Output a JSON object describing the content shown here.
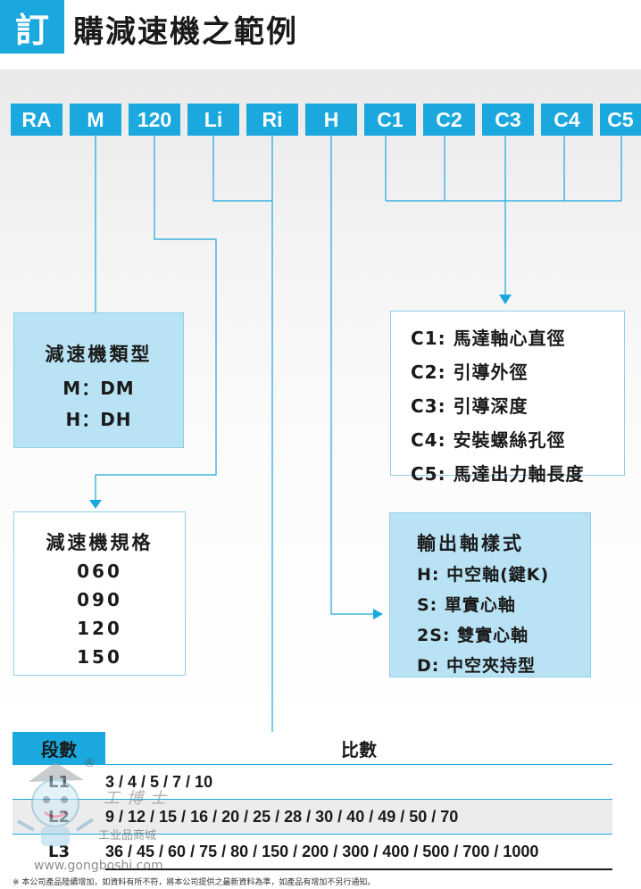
{
  "header": {
    "badge": "訂",
    "title": "購減速機之範例"
  },
  "codes": [
    "RA",
    "M",
    "120",
    "Li",
    "Ri",
    "H",
    "C1",
    "C2",
    "C3",
    "C4",
    "C5"
  ],
  "reducer_type": {
    "title": "減速機類型",
    "lines": [
      "M：DM",
      "H：DH"
    ]
  },
  "reducer_size": {
    "title": "減速機規格",
    "values": [
      "060",
      "090",
      "120",
      "150"
    ]
  },
  "c_params": {
    "items": [
      {
        "code": "C1:",
        "text": "馬達軸心直徑"
      },
      {
        "code": "C2:",
        "text": "引導外徑"
      },
      {
        "code": "C3:",
        "text": "引導深度"
      },
      {
        "code": "C4:",
        "text": "安裝螺絲孔徑"
      },
      {
        "code": "C5:",
        "text": "馬達出力軸長度"
      }
    ]
  },
  "output_shaft": {
    "title": "輸出軸樣式",
    "items": [
      {
        "code": "H:",
        "text": "中空軸(鍵K)"
      },
      {
        "code": "S:",
        "text": "單實心軸"
      },
      {
        "code": "2S:",
        "text": "雙實心軸"
      },
      {
        "code": "D:",
        "text": "中空夾持型"
      }
    ]
  },
  "ratio_table": {
    "header_left": "段數",
    "header_right": "比數",
    "rows": [
      {
        "stage": "L1",
        "values": "3 / 4 / 5 / 7 / 10"
      },
      {
        "stage": "L2",
        "values": "9 / 12 / 15 / 16 / 20 / 25 / 28 / 30 / 40 / 49 / 50 / 70"
      },
      {
        "stage": "L3",
        "values": "36 / 45 / 60 / 75 / 80 / 150 / 200 / 300 / 400 / 500 / 700 / 1000"
      }
    ]
  },
  "footnote": "※ 本公司產品陸續增加，如資料有所不符，將本公司提供之最新資料為準，如產品有增加不另行通知。",
  "watermark": {
    "brand": "工博士",
    "sub": "工业品商城",
    "url": "www.gongboshi.com",
    "reg": "®"
  },
  "colors": {
    "accent": "#1aa8de",
    "box_fill": "#b9e3f4",
    "box_border": "#8ecfe8"
  }
}
